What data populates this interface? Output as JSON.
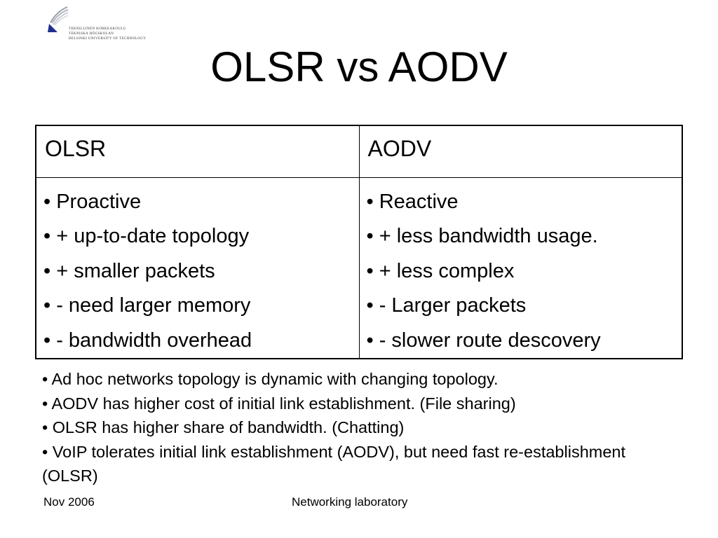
{
  "logo": {
    "icon": "university-flame-logo-icon",
    "lines": [
      "TEKNILLINEN KORKEAKOULU",
      "TEKNISKA HÖGSKOLAN",
      "HELSINKI UNIVERSITY OF TECHNOLOGY"
    ]
  },
  "title": "OLSR vs AODV",
  "table": {
    "headers": [
      "OLSR",
      "AODV"
    ],
    "columns": [
      [
        "• Proactive",
        "• + up-to-date topology",
        "• + smaller packets",
        "• - need larger memory",
        "• - bandwidth overhead"
      ],
      [
        "• Reactive",
        "• + less bandwidth usage.",
        "• + less complex",
        "• - Larger packets",
        "• - slower route descovery"
      ]
    ]
  },
  "notes": [
    "• Ad hoc networks topology is dynamic with changing topology.",
    "• AODV has higher cost of initial link establishment. (File sharing)",
    "• OLSR has higher share of bandwidth. (Chatting)",
    "• VoIP tolerates initial link establishment (AODV), but need fast re-establishment (OLSR)"
  ],
  "footer": {
    "date": "Nov 2006",
    "center": "Networking laboratory"
  }
}
